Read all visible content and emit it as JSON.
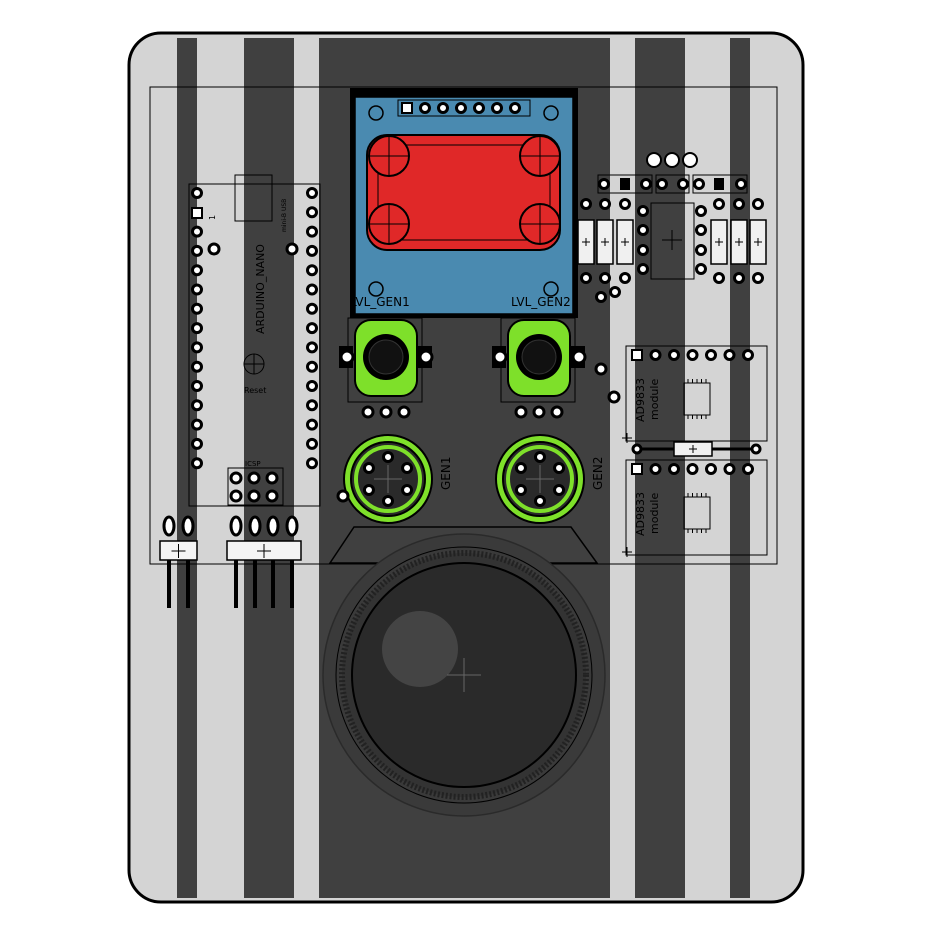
{
  "labels": {
    "arduino": "ARDUINO_NANO",
    "usb": "mini-B USB",
    "pin1": "1",
    "reset": "Reset",
    "icsp": "ICSP",
    "lvl_gen1": "LVL_GEN1",
    "lvl_gen2": "LVL_GEN2",
    "gen1": "GEN1",
    "gen2": "GEN2",
    "ad9833_top": "AD9833",
    "ad9833_bottom": "AD9833",
    "module_top": "module",
    "module_bottom": "module"
  },
  "colors": {
    "board": "#d4d4d4",
    "stripe": "#404040",
    "display_pcb": "#4a8ab0",
    "display_glass": "#e02828",
    "knob_ring": "#7ee02a",
    "knob": "#2a2a2a"
  },
  "icons": [
    "crosshair-icon",
    "pad-icon"
  ]
}
